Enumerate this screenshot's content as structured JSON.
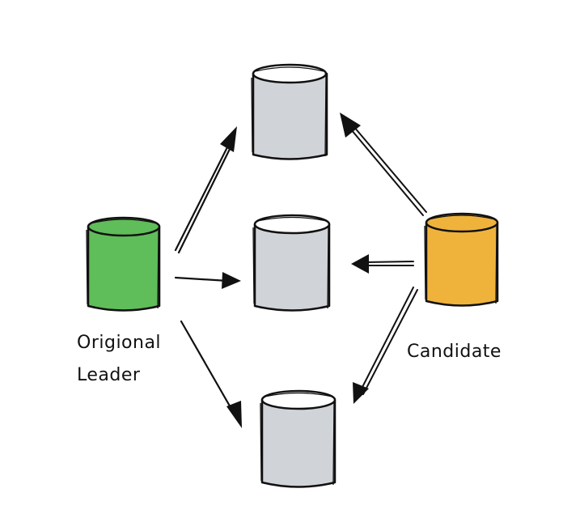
{
  "nodes": {
    "leader": {
      "label_lines": [
        "Origional",
        "Leader"
      ],
      "fill": "#5fbd5a",
      "role": "original-leader"
    },
    "candidate": {
      "label_lines": [
        "Candidate"
      ],
      "fill": "#efb33c",
      "role": "candidate"
    },
    "followers": [
      {
        "fill": "#d0d3d8"
      },
      {
        "fill": "#d0d3d8"
      },
      {
        "fill": "#d0d3d8"
      }
    ]
  },
  "edges": [
    {
      "from": "leader",
      "to": "follower-top"
    },
    {
      "from": "leader",
      "to": "follower-middle"
    },
    {
      "from": "leader",
      "to": "follower-bottom"
    },
    {
      "from": "candidate",
      "to": "follower-top"
    },
    {
      "from": "candidate",
      "to": "follower-middle"
    },
    {
      "from": "candidate",
      "to": "follower-bottom"
    }
  ],
  "colors": {
    "stroke": "#111111",
    "arrow": "#111111"
  }
}
